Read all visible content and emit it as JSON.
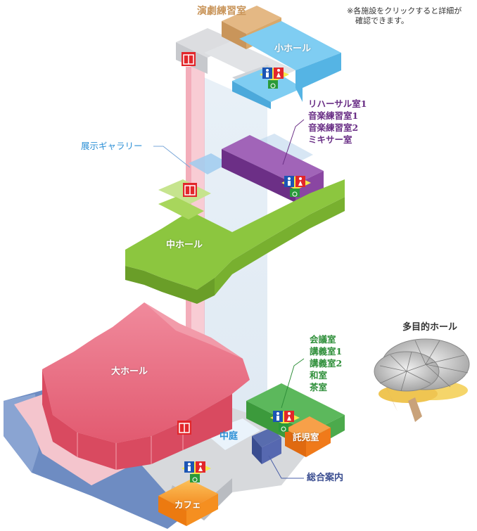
{
  "note": {
    "line1": "※各施設をクリックすると詳細が",
    "line2": "確認できます。"
  },
  "facilities": {
    "engeki": "演劇練習室",
    "small_hall": "小ホール",
    "exhibit_gallery": "展示ギャラリー",
    "middle_hall": "中ホール",
    "large_hall": "大ホール",
    "courtyard": "中庭",
    "nursery": "託児室",
    "cafe": "カフェ",
    "info_desk": "総合案内",
    "multipurpose_hall": "多目的ホール"
  },
  "rehearsal_list": [
    "リハーサル室1",
    "音楽練習室1",
    "音楽練習室2",
    "ミキサー室"
  ],
  "meeting_list": [
    "会議室",
    "講義室1",
    "講義室2",
    "和室",
    "茶室"
  ],
  "colors": {
    "small_hall": "#6cc3ee",
    "engeki": "#d9a86a",
    "rehearsal": "#8a3e9c",
    "middle_hall": "#8cc63f",
    "large_hall": "#e8556b",
    "meeting": "#43a047",
    "nursery": "#f27a1a",
    "cafe": "#f59a24",
    "info_desk": "#4a5fa8",
    "blue_label": "#2b8fd6",
    "green_label": "#2f8f3a",
    "purple_label": "#6a2f86",
    "elevator": "#e2262a",
    "restroom_male": "#1b55b4",
    "restroom_female": "#e2262a",
    "accessible": "#2a9a3a",
    "restroom_bg": "#f4e84a"
  },
  "icons": {
    "elevator": "elevator-icon",
    "restroom": "restroom-icon",
    "accessible": "wheelchair-icon"
  }
}
